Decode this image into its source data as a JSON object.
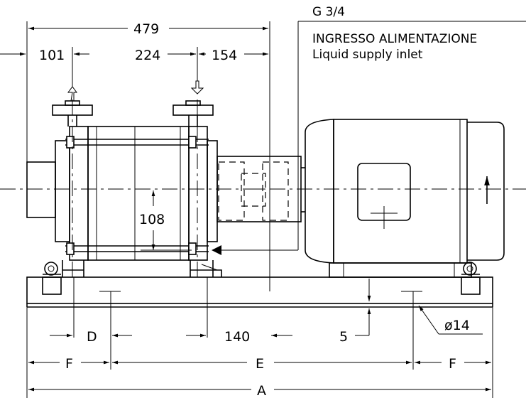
{
  "drawing": {
    "connection": {
      "size": "G 3/4",
      "label_it": "INGRESSO ALIMENTAZIONE",
      "label_en": "Liquid supply inlet"
    },
    "dimensions": {
      "overall_top": "479",
      "left_offset": "101",
      "port_spacing": "224",
      "right_offset": "154",
      "shaft_height": "108",
      "d_label": "D",
      "dim_140": "140",
      "dim_5": "5",
      "hole_dia": "ø14",
      "f_left": "F",
      "e_label": "E",
      "f_right": "F",
      "a_label": "A"
    }
  }
}
